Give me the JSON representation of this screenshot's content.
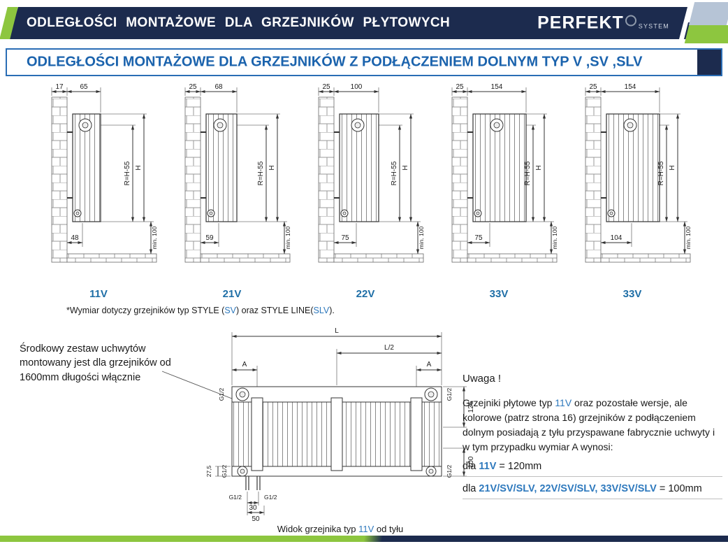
{
  "header": {
    "title": "ODLEGŁOŚCI MONTAŻOWE DLA GRZEJNIKÓW PŁYTOWYCH",
    "brand": "PERFEKT",
    "brand_sub": "SYSTEM"
  },
  "subheader": {
    "title": "ODLEGŁOŚCI MONTAŻOWE DLA GRZEJNIKÓW Z PODŁĄCZENIEM DOLNYM TYP V ,SV ,SLV"
  },
  "figures": [
    {
      "type_label": "11V",
      "dim_wall": "17",
      "dim_width": "65",
      "dim_r": "R=H-55",
      "dim_h": "H",
      "dim_bottom": "48",
      "dim_min": "min. 100"
    },
    {
      "type_label": "21V",
      "dim_wall": "25",
      "dim_width": "68",
      "dim_r": "R=H-55",
      "dim_h": "H",
      "dim_bottom": "59",
      "dim_min": "min. 100"
    },
    {
      "type_label": "22V",
      "dim_wall": "25",
      "dim_width": "100",
      "dim_r": "R=H-55",
      "dim_h": "H",
      "dim_bottom": "75",
      "dim_min": "min. 100"
    },
    {
      "type_label": "33V",
      "dim_wall": "25",
      "dim_width": "154",
      "dim_r": "R=H-55",
      "dim_h": "H",
      "dim_bottom": "75",
      "dim_min": "min. 100"
    },
    {
      "type_label": "33V",
      "dim_wall": "25",
      "dim_width": "154",
      "dim_r": "R=H-55",
      "dim_h": "H",
      "dim_bottom": "104",
      "dim_min": "min. 100"
    }
  ],
  "footnote": {
    "p1": "*Wymiar dotyczy grzejników typ STYLE (",
    "sv": "SV",
    "p2": ") oraz STYLE LINE(",
    "slv": "SLV",
    "p3": ")."
  },
  "bottom": {
    "left_note": "Środkowy zestaw uchwytów montowany jest dla grzejników od 1600mm długości włącznie",
    "diagram": {
      "dim_l": "L",
      "dim_l2": "L/2",
      "dim_a_left": "A",
      "dim_a_right": "A",
      "g12": "G1/2",
      "dim_126": "126",
      "dim_100": "100",
      "dim_275": "27,5",
      "dim_30": "30",
      "dim_50": "50"
    },
    "caption": {
      "p1": "Widok grzejnika typ ",
      "type": "11V",
      "p2": " od tyłu"
    },
    "note": {
      "heading": "Uwaga !",
      "p1a": "Grzejniki płytowe typ ",
      "p1_type": "11V",
      "p1b": " oraz pozostałe wersje, ale kolorowe (patrz strona 16) grzejników z podłączeniem dolnym posiadają z tyłu przyspawane fabrycznie uchwyty i w tym przypadku wymiar A wynosi:",
      "l1a": "dla ",
      "l1_type": "11V",
      "l1b": " = 120mm",
      "l2a": "dla ",
      "l2_types": "21V/SV/SLV, 22V/SV/SLV, 33V/SV/SLV",
      "l2b": " = 100mm"
    }
  },
  "colors": {
    "navy": "#1c2b4e",
    "green": "#8dc63f",
    "blue_heading": "#1b63ad",
    "blue_accent": "#2e79bd",
    "steel": "#b6c4d6"
  }
}
